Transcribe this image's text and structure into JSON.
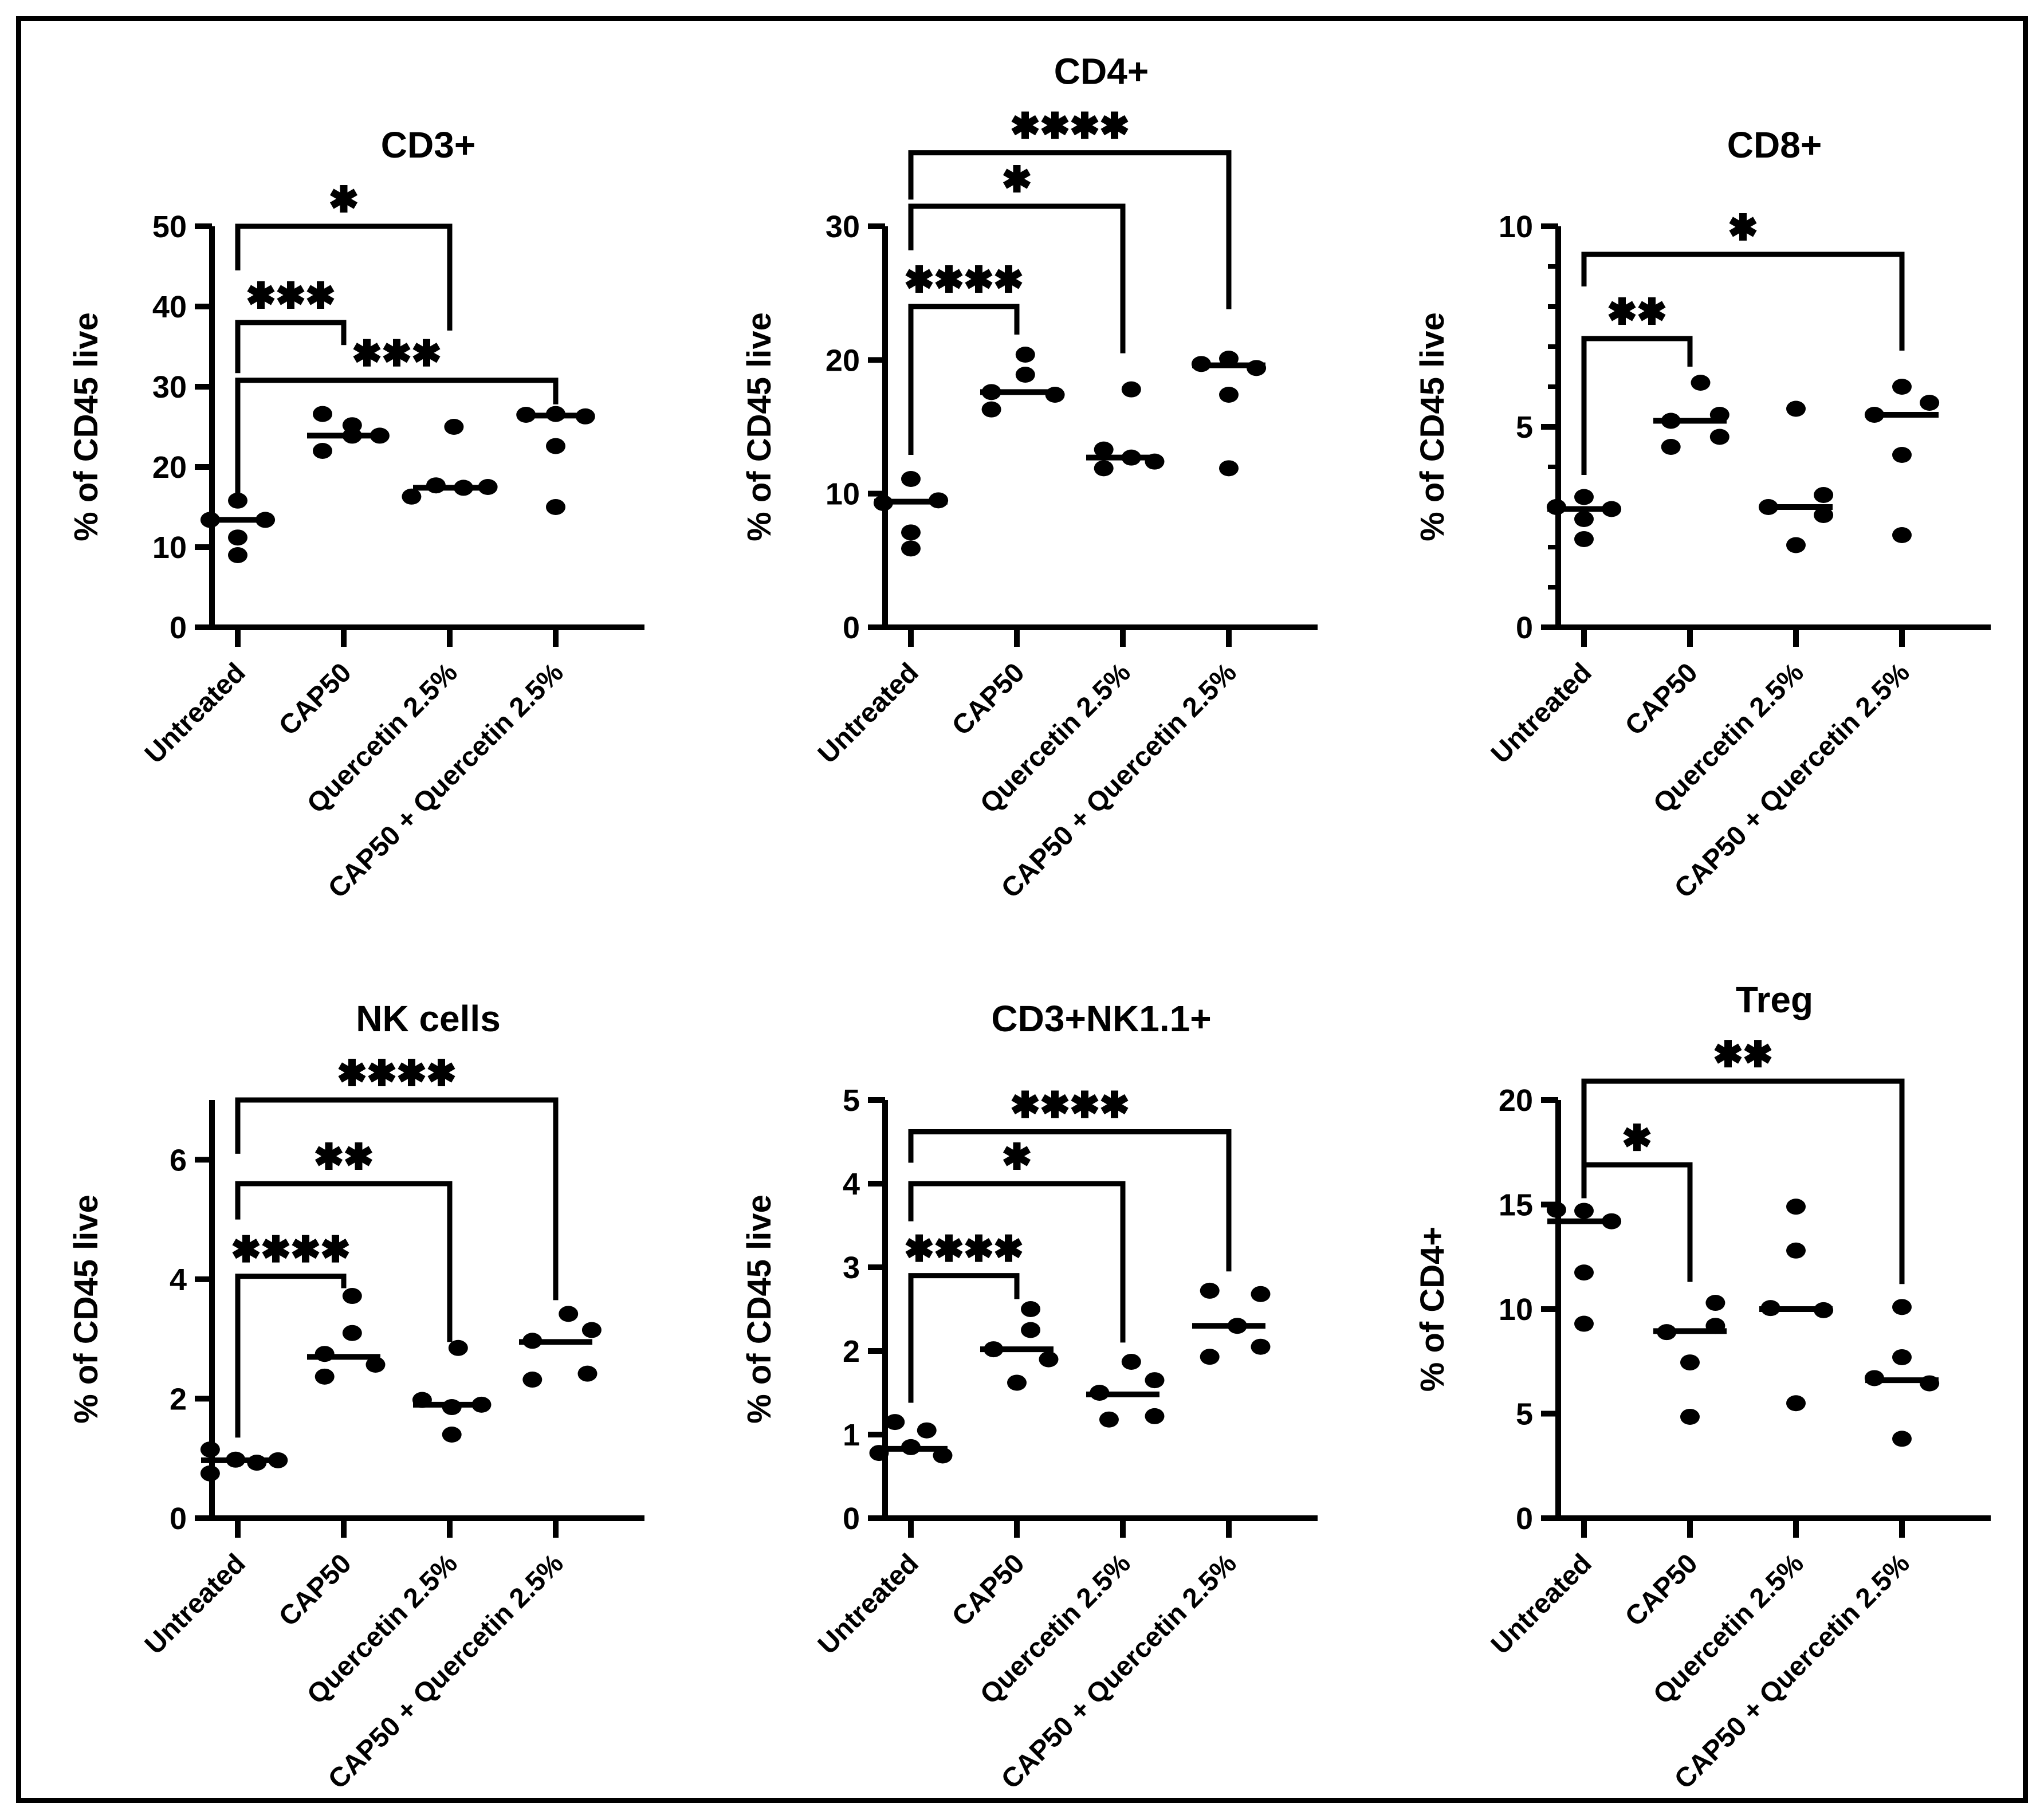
{
  "figure": {
    "background": "#ffffff",
    "border_color": "#000000",
    "ink_color": "#000000"
  },
  "chart_data": [
    {
      "id": "cd3",
      "type": "scatter",
      "title": "CD3+",
      "ylabel": "% of CD45 live",
      "axis_max": 50,
      "ylim": [
        0,
        50
      ],
      "yticks": [
        0,
        10,
        20,
        30,
        40,
        50
      ],
      "minor_ticks": [],
      "categories": [
        "Untreated",
        "CAP50",
        "Quercetin 2.5%",
        "CAP50 + Quercetin 2.5%"
      ],
      "groups": [
        {
          "category": "Untreated",
          "median": 13.4,
          "points": [
            {
              "v": 15.8,
              "dx": 0
            },
            {
              "v": 13.4,
              "dx": -0.26
            },
            {
              "v": 13.4,
              "dx": 0.26
            },
            {
              "v": 11.2,
              "dx": 0
            },
            {
              "v": 9.0,
              "dx": 0
            }
          ]
        },
        {
          "category": "CAP50",
          "median": 23.9,
          "points": [
            {
              "v": 26.6,
              "dx": -0.2
            },
            {
              "v": 25.2,
              "dx": 0.08
            },
            {
              "v": 23.9,
              "dx": 0.08
            },
            {
              "v": 23.9,
              "dx": 0.34
            },
            {
              "v": 22.0,
              "dx": -0.2
            }
          ]
        },
        {
          "category": "Quercetin 2.5%",
          "median": 17.4,
          "points": [
            {
              "v": 25.0,
              "dx": 0.04
            },
            {
              "v": 17.7,
              "dx": -0.13
            },
            {
              "v": 17.4,
              "dx": 0.13
            },
            {
              "v": 17.5,
              "dx": 0.36
            },
            {
              "v": 16.3,
              "dx": -0.36
            }
          ]
        },
        {
          "category": "CAP50 + Quercetin 2.5%",
          "median": 26.4,
          "points": [
            {
              "v": 26.5,
              "dx": -0.28
            },
            {
              "v": 26.6,
              "dx": 0
            },
            {
              "v": 26.3,
              "dx": 0.28
            },
            {
              "v": 22.6,
              "dx": 0
            },
            {
              "v": 15.0,
              "dx": 0
            }
          ]
        }
      ],
      "significance": [
        {
          "from": 0,
          "to": 2,
          "label": "*",
          "y": 50,
          "end_from": 44.5,
          "end_to": 37.0
        },
        {
          "from": 0,
          "to": 1,
          "label": "***",
          "y": 38,
          "end_from": 31.7,
          "end_to": 35.2
        },
        {
          "from": 0,
          "to": 3,
          "label": "***",
          "y": 30.8,
          "end_from": 15.8,
          "end_to": 27.8
        }
      ]
    },
    {
      "id": "cd4",
      "type": "scatter",
      "title": "CD4+",
      "ylabel": "% of CD45 live",
      "axis_max": 30,
      "ylim": [
        0,
        30
      ],
      "yticks": [
        0,
        10,
        20,
        30
      ],
      "minor_ticks": [],
      "categories": [
        "Untreated",
        "CAP50",
        "Quercetin 2.5%",
        "CAP50 + Quercetin 2.5%"
      ],
      "groups": [
        {
          "category": "Untreated",
          "median": 9.4,
          "points": [
            {
              "v": 11.1,
              "dx": 0
            },
            {
              "v": 9.5,
              "dx": 0.26
            },
            {
              "v": 9.3,
              "dx": -0.26
            },
            {
              "v": 7.1,
              "dx": 0
            },
            {
              "v": 5.9,
              "dx": 0
            }
          ]
        },
        {
          "category": "CAP50",
          "median": 17.6,
          "points": [
            {
              "v": 20.4,
              "dx": 0.08
            },
            {
              "v": 18.9,
              "dx": 0.08
            },
            {
              "v": 17.6,
              "dx": -0.24
            },
            {
              "v": 17.4,
              "dx": 0.36
            },
            {
              "v": 16.3,
              "dx": -0.24
            }
          ]
        },
        {
          "category": "Quercetin 2.5%",
          "median": 12.7,
          "points": [
            {
              "v": 17.8,
              "dx": 0.08
            },
            {
              "v": 13.3,
              "dx": -0.18
            },
            {
              "v": 12.7,
              "dx": 0.08
            },
            {
              "v": 12.4,
              "dx": 0.3
            },
            {
              "v": 11.9,
              "dx": -0.18
            }
          ]
        },
        {
          "category": "CAP50 + Quercetin 2.5%",
          "median": 19.6,
          "points": [
            {
              "v": 20.1,
              "dx": 0
            },
            {
              "v": 19.7,
              "dx": -0.26
            },
            {
              "v": 19.4,
              "dx": 0.26
            },
            {
              "v": 17.4,
              "dx": 0
            },
            {
              "v": 11.9,
              "dx": 0
            }
          ]
        }
      ],
      "significance": [
        {
          "from": 0,
          "to": 3,
          "label": "****",
          "y": 35.5,
          "end_from": 32.0,
          "end_to": 23.8
        },
        {
          "from": 0,
          "to": 2,
          "label": "*",
          "y": 31.5,
          "end_from": 28.2,
          "end_to": 20.5
        },
        {
          "from": 0,
          "to": 1,
          "label": "****",
          "y": 24.0,
          "end_from": 12.9,
          "end_to": 21.9
        }
      ]
    },
    {
      "id": "cd8",
      "type": "scatter",
      "title": "CD8+",
      "ylabel": "% of CD45 live",
      "axis_max": 10,
      "ylim": [
        0,
        10
      ],
      "yticks": [
        0,
        5,
        10
      ],
      "minor_ticks": [
        1,
        2,
        3,
        4,
        6,
        7,
        8,
        9
      ],
      "categories": [
        "Untreated",
        "CAP50",
        "Quercetin 2.5%",
        "CAP50 + Quercetin 2.5%"
      ],
      "groups": [
        {
          "category": "Untreated",
          "median": 2.95,
          "points": [
            {
              "v": 3.25,
              "dx": 0
            },
            {
              "v": 3.0,
              "dx": -0.26
            },
            {
              "v": 2.95,
              "dx": 0.26
            },
            {
              "v": 2.7,
              "dx": 0
            },
            {
              "v": 2.2,
              "dx": 0
            }
          ]
        },
        {
          "category": "CAP50",
          "median": 5.15,
          "points": [
            {
              "v": 6.1,
              "dx": 0.1
            },
            {
              "v": 5.3,
              "dx": 0.28
            },
            {
              "v": 5.15,
              "dx": -0.18
            },
            {
              "v": 4.75,
              "dx": 0.28
            },
            {
              "v": 4.5,
              "dx": -0.18
            }
          ]
        },
        {
          "category": "Quercetin 2.5%",
          "median": 3.0,
          "points": [
            {
              "v": 5.45,
              "dx": 0
            },
            {
              "v": 3.3,
              "dx": 0.26
            },
            {
              "v": 3.0,
              "dx": -0.26
            },
            {
              "v": 2.8,
              "dx": 0.26
            },
            {
              "v": 2.05,
              "dx": 0
            }
          ]
        },
        {
          "category": "CAP50 + Quercetin 2.5%",
          "median": 5.3,
          "points": [
            {
              "v": 6.0,
              "dx": 0
            },
            {
              "v": 5.6,
              "dx": 0.26
            },
            {
              "v": 5.3,
              "dx": -0.26
            },
            {
              "v": 4.3,
              "dx": 0
            },
            {
              "v": 2.3,
              "dx": 0
            }
          ]
        }
      ],
      "significance": [
        {
          "from": 0,
          "to": 3,
          "label": "*",
          "y": 9.3,
          "end_from": 8.5,
          "end_to": 6.9
        },
        {
          "from": 0,
          "to": 1,
          "label": "**",
          "y": 7.2,
          "end_from": 3.8,
          "end_to": 6.5
        }
      ]
    },
    {
      "id": "nk",
      "type": "scatter",
      "title": "NK cells",
      "ylabel": "% of CD45 live",
      "axis_max": 7,
      "ylim": [
        0,
        7
      ],
      "yticks": [
        0,
        2,
        4,
        6
      ],
      "minor_ticks": [],
      "categories": [
        "Untreated",
        "CAP50",
        "Quercetin 2.5%",
        "CAP50 + Quercetin 2.5%"
      ],
      "groups": [
        {
          "category": "Untreated",
          "median": 0.97,
          "points": [
            {
              "v": 1.15,
              "dx": -0.26
            },
            {
              "v": 0.98,
              "dx": -0.02
            },
            {
              "v": 0.93,
              "dx": 0.18
            },
            {
              "v": 0.97,
              "dx": 0.38
            },
            {
              "v": 0.75,
              "dx": -0.26
            }
          ]
        },
        {
          "category": "CAP50",
          "median": 2.7,
          "points": [
            {
              "v": 3.72,
              "dx": 0.08
            },
            {
              "v": 3.1,
              "dx": 0.08
            },
            {
              "v": 2.75,
              "dx": -0.18
            },
            {
              "v": 2.57,
              "dx": 0.3
            },
            {
              "v": 2.37,
              "dx": -0.18
            }
          ]
        },
        {
          "category": "Quercetin 2.5%",
          "median": 1.9,
          "points": [
            {
              "v": 2.85,
              "dx": 0.08
            },
            {
              "v": 1.98,
              "dx": -0.26
            },
            {
              "v": 1.9,
              "dx": 0.3
            },
            {
              "v": 1.86,
              "dx": 0.02
            },
            {
              "v": 1.4,
              "dx": 0.02
            }
          ]
        },
        {
          "category": "CAP50 + Quercetin 2.5%",
          "median": 2.95,
          "points": [
            {
              "v": 3.42,
              "dx": 0.12
            },
            {
              "v": 3.15,
              "dx": 0.34
            },
            {
              "v": 2.97,
              "dx": -0.22
            },
            {
              "v": 2.42,
              "dx": 0.3
            },
            {
              "v": 2.32,
              "dx": -0.22
            }
          ]
        }
      ],
      "significance": [
        {
          "from": 0,
          "to": 3,
          "label": "****",
          "y": 7.0,
          "end_from": 6.1,
          "end_to": 3.65
        },
        {
          "from": 0,
          "to": 2,
          "label": "**",
          "y": 5.6,
          "end_from": 5.0,
          "end_to": 2.95
        },
        {
          "from": 0,
          "to": 1,
          "label": "****",
          "y": 4.05,
          "end_from": 1.35,
          "end_to": 3.85
        }
      ]
    },
    {
      "id": "cd3nk",
      "type": "scatter",
      "title": "CD3+NK1.1+",
      "ylabel": "% of CD45 live",
      "axis_max": 5,
      "ylim": [
        0,
        5
      ],
      "yticks": [
        0,
        1,
        2,
        3,
        4,
        5
      ],
      "minor_ticks": [],
      "categories": [
        "Untreated",
        "CAP50",
        "Quercetin 2.5%",
        "CAP50 + Quercetin 2.5%"
      ],
      "groups": [
        {
          "category": "Untreated",
          "median": 0.83,
          "points": [
            {
              "v": 1.15,
              "dx": -0.15
            },
            {
              "v": 1.05,
              "dx": 0.15
            },
            {
              "v": 0.85,
              "dx": 0
            },
            {
              "v": 0.78,
              "dx": -0.3
            },
            {
              "v": 0.75,
              "dx": 0.3
            }
          ]
        },
        {
          "category": "CAP50",
          "median": 2.02,
          "points": [
            {
              "v": 2.5,
              "dx": 0.13
            },
            {
              "v": 2.25,
              "dx": 0.13
            },
            {
              "v": 2.02,
              "dx": -0.22
            },
            {
              "v": 1.9,
              "dx": 0.3
            },
            {
              "v": 1.62,
              "dx": 0
            }
          ]
        },
        {
          "category": "Quercetin 2.5%",
          "median": 1.48,
          "points": [
            {
              "v": 1.87,
              "dx": 0.08
            },
            {
              "v": 1.65,
              "dx": 0.3
            },
            {
              "v": 1.5,
              "dx": -0.22
            },
            {
              "v": 1.22,
              "dx": 0.3
            },
            {
              "v": 1.18,
              "dx": -0.13
            }
          ]
        },
        {
          "category": "CAP50 + Quercetin 2.5%",
          "median": 2.3,
          "points": [
            {
              "v": 2.72,
              "dx": -0.18
            },
            {
              "v": 2.68,
              "dx": 0.3
            },
            {
              "v": 2.3,
              "dx": 0.08
            },
            {
              "v": 2.05,
              "dx": 0.3
            },
            {
              "v": 1.93,
              "dx": -0.18
            }
          ]
        }
      ],
      "significance": [
        {
          "from": 0,
          "to": 3,
          "label": "****",
          "y": 4.62,
          "end_from": 4.25,
          "end_to": 2.95
        },
        {
          "from": 0,
          "to": 2,
          "label": "*",
          "y": 4.0,
          "end_from": 3.55,
          "end_to": 2.1
        },
        {
          "from": 0,
          "to": 1,
          "label": "****",
          "y": 2.9,
          "end_from": 1.38,
          "end_to": 2.62
        }
      ]
    },
    {
      "id": "treg",
      "type": "scatter",
      "title": "Treg",
      "ylabel": "% of CD4+",
      "axis_max": 20,
      "ylim": [
        0,
        20
      ],
      "yticks": [
        0,
        5,
        10,
        15,
        20
      ],
      "minor_ticks": [],
      "categories": [
        "Untreated",
        "CAP50",
        "Quercetin 2.5%",
        "CAP50 + Quercetin 2.5%"
      ],
      "groups": [
        {
          "category": "Untreated",
          "median": 14.2,
          "points": [
            {
              "v": 14.75,
              "dx": -0.26
            },
            {
              "v": 14.7,
              "dx": 0
            },
            {
              "v": 14.2,
              "dx": 0.26
            },
            {
              "v": 11.75,
              "dx": 0
            },
            {
              "v": 9.3,
              "dx": 0
            }
          ]
        },
        {
          "category": "CAP50",
          "median": 8.95,
          "points": [
            {
              "v": 10.3,
              "dx": 0.24
            },
            {
              "v": 9.2,
              "dx": 0.24
            },
            {
              "v": 8.9,
              "dx": -0.22
            },
            {
              "v": 7.45,
              "dx": 0
            },
            {
              "v": 4.85,
              "dx": 0
            }
          ]
        },
        {
          "category": "Quercetin 2.5%",
          "median": 10.0,
          "points": [
            {
              "v": 14.9,
              "dx": 0
            },
            {
              "v": 12.8,
              "dx": 0
            },
            {
              "v": 10.05,
              "dx": -0.24
            },
            {
              "v": 9.95,
              "dx": 0.26
            },
            {
              "v": 5.5,
              "dx": 0
            }
          ]
        },
        {
          "category": "CAP50 + Quercetin 2.5%",
          "median": 6.6,
          "points": [
            {
              "v": 10.1,
              "dx": 0
            },
            {
              "v": 7.7,
              "dx": 0
            },
            {
              "v": 6.7,
              "dx": -0.26
            },
            {
              "v": 6.45,
              "dx": 0.26
            },
            {
              "v": 3.8,
              "dx": 0
            }
          ]
        }
      ],
      "significance": [
        {
          "from": 0,
          "to": 3,
          "label": "**",
          "y": 20.9,
          "end_from": 15.6,
          "end_to": 11.2
        },
        {
          "from": 0,
          "to": 1,
          "label": "*",
          "y": 16.9,
          "end_from": 15.3,
          "end_to": 11.3
        }
      ]
    }
  ]
}
